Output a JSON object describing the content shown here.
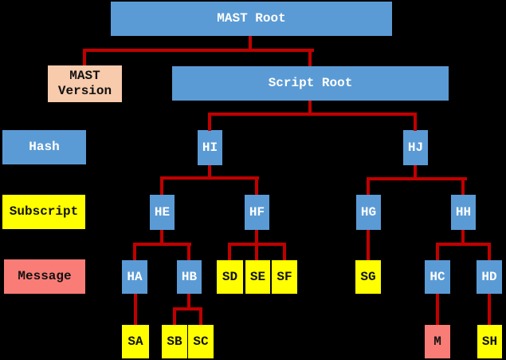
{
  "boxes": {
    "mast_root": "MAST Root",
    "mast_version": "MAST Version",
    "script_root": "Script Root"
  },
  "legend": {
    "hash": "Hash",
    "subscript": "Subscript",
    "message": "Message"
  },
  "nodes": {
    "HI": "HI",
    "HJ": "HJ",
    "HE": "HE",
    "HF": "HF",
    "HG": "HG",
    "HH": "HH",
    "HA": "HA",
    "HB": "HB",
    "SD": "SD",
    "SE": "SE",
    "SF": "SF",
    "SG": "SG",
    "HC": "HC",
    "HD": "HD",
    "SA": "SA",
    "SB": "SB",
    "SC": "SC",
    "M": "M",
    "SH": "SH"
  },
  "colors": {
    "background": "#000000",
    "hash_box": "#5B9BD5",
    "subscript_box": "#FFFF00",
    "message_box": "#F97C76",
    "version_box": "#F8CBAD",
    "connector": "#C00000",
    "text_on_blue": "#FFFFFF",
    "text_on_light": "#111111"
  }
}
